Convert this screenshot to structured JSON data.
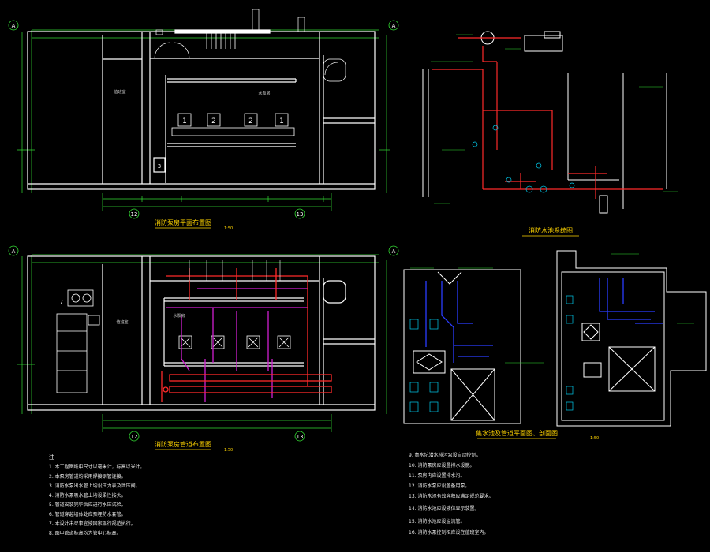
{
  "drawing": {
    "titles": {
      "plan_upper": "消防泵房平面布置图",
      "plan_lower": "消防泵房管道布置图",
      "system": "消防水池系统图",
      "pool_plan": "集水池及管道平面图、剖面图"
    },
    "scales": {
      "plan_upper": "1:50",
      "plan_lower": "1:50",
      "pool_plan": "1:50"
    },
    "grid_labels": {
      "axis_a": "A",
      "axis_12": "12",
      "axis_13": "13"
    },
    "equipment_labels": [
      "1",
      "2",
      "2",
      "1"
    ],
    "room_labels": {
      "control_room": "值班室",
      "pump_room": "水泵房",
      "item_3": "3",
      "item_7": "7"
    },
    "notes_heading": "注",
    "notes_left": [
      "1. 本工程图纸中尺寸以毫米计，标高以米计。",
      "2. 本泵房管道均采用焊接钢管连接。",
      "3. 消防水泵出水管上均设压力表及泄压阀。",
      "4. 消防水泵吸水管上均设柔性接头。",
      "5. 管道安装完毕后应进行水压试验。",
      "6. 管道穿越墙体处应预埋防水套管。",
      "7. 本设计未尽事宜按国家现行规范执行。",
      "8. 图中管道标高均为管中心标高。"
    ],
    "notes_right": [
      "9. 集水坑潜水排污泵设自动控制。",
      "10. 消防泵房应设置排水设施。",
      "11. 泵房内应设置排水沟。",
      "12. 消防水泵应设置备用泵。",
      "13. 消防水池有效容积应满足规范要求。",
      "14. 消防水池应设液位显示装置。",
      "15. 消防水池应设溢流管。",
      "16. 消防水泵控制柜应设在值班室内。"
    ]
  },
  "colors": {
    "wall": "#ffffff",
    "dimension": "#33dd33",
    "pipe_red": "#ff2a2a",
    "pipe_blue": "#2a3cff",
    "pipe_magenta": "#d21ed2",
    "caption": "#ffd400",
    "leader": "#00ccee"
  }
}
